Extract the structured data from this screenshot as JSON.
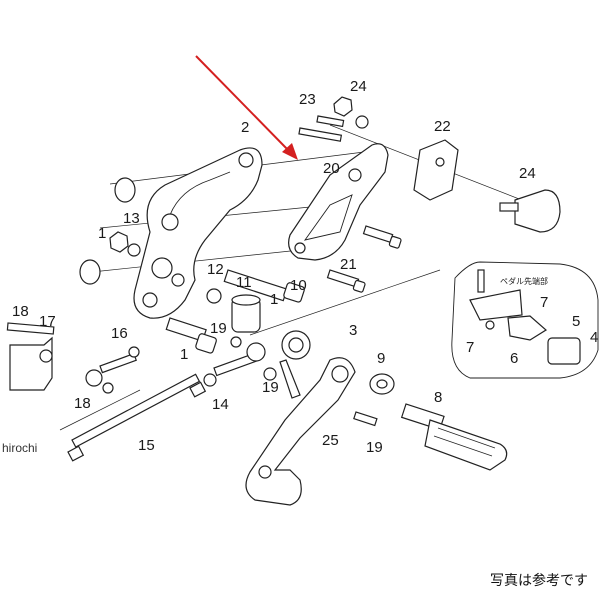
{
  "labels": {
    "l1a": "1",
    "l1b": "1",
    "l1c": "1",
    "l2": "2",
    "l3": "3",
    "l4": "4",
    "l5": "5",
    "l6": "6",
    "l7a": "7",
    "l7b": "7",
    "l8": "8",
    "l9": "9",
    "l10": "10",
    "l11": "11",
    "l12": "12",
    "l13": "13",
    "l14": "14",
    "l15": "15",
    "l16": "16",
    "l17": "17",
    "l18a": "18",
    "l18b": "18",
    "l19a": "19",
    "l19b": "19",
    "l19c": "19",
    "l20": "20",
    "l21": "21",
    "l22": "22",
    "l23": "23",
    "l24a": "24",
    "l24b": "24",
    "l25": "25"
  },
  "inset_label": "ペダル先端部",
  "watermark": "hirochi",
  "caption": "写真は参考です",
  "colors": {
    "arrow": "#d42020",
    "ink": "#222222"
  }
}
